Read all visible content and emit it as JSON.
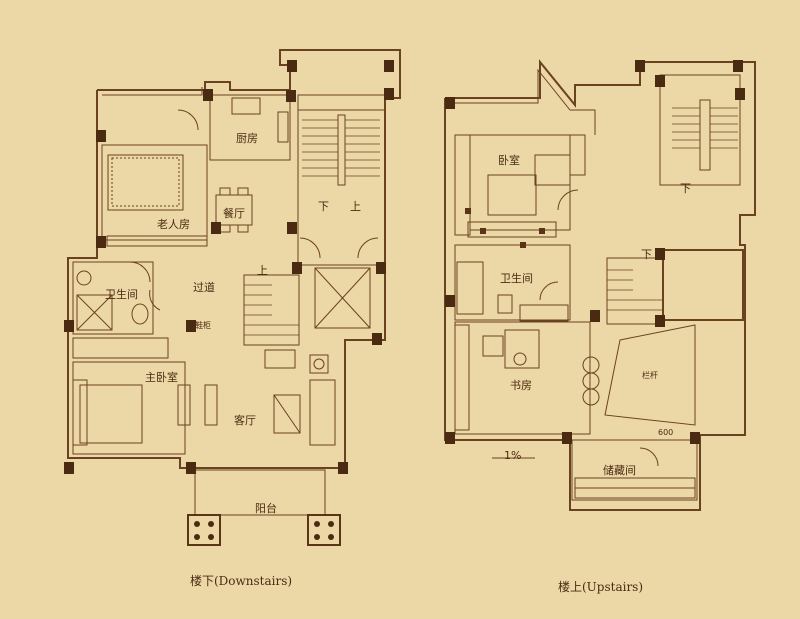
{
  "colors": {
    "background": "#ecd7a6",
    "wall": "#5a3415",
    "line": "#6b4220",
    "column": "#4a2a10"
  },
  "downstairs": {
    "caption": "楼下(Downstairs)",
    "rooms": {
      "kitchen": "厨房",
      "dining": "餐厅",
      "elder_room": "老人房",
      "bathroom": "卫生间",
      "corridor": "过道",
      "master_bedroom": "主卧室",
      "living_room": "客厅",
      "balcony": "阳台",
      "cabinet": "鞋柜"
    },
    "stair_down": "下",
    "stair_up": "上",
    "stair_up2": "上"
  },
  "upstairs": {
    "caption": "楼上(Upstairs)",
    "rooms": {
      "bedroom": "卧室",
      "bathroom": "卫生间",
      "study": "书房",
      "railing": "栏杆",
      "storage": "储藏间"
    },
    "stair_down": "下",
    "stair_down2": "下",
    "slope": "1%",
    "dimension": "600"
  }
}
